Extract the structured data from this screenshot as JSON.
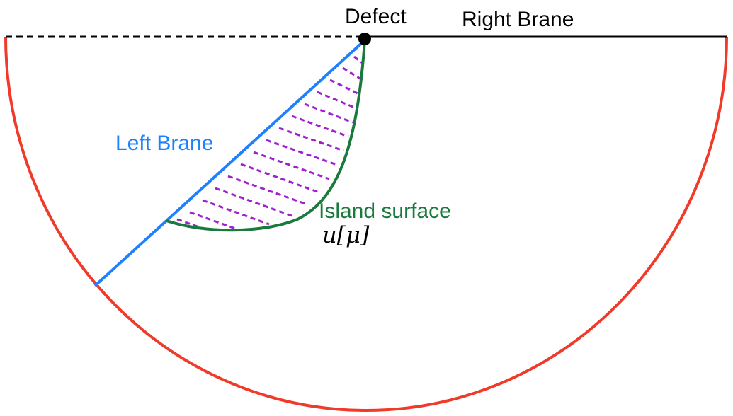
{
  "labels": {
    "defect": "Defect",
    "right_brane": "Right Brane",
    "left_brane": "Left Brane",
    "island_surface": "Island surface",
    "u_mu": "u[μ]"
  },
  "colors": {
    "boundary_arc": "#f03a2a",
    "left_brane": "#1f80ff",
    "right_brane": "#000000",
    "island_surface": "#1a7a3e",
    "hatch": "#a020d0",
    "defect_point": "#000000"
  },
  "icons": {
    "defect": "filled-circle-point"
  }
}
